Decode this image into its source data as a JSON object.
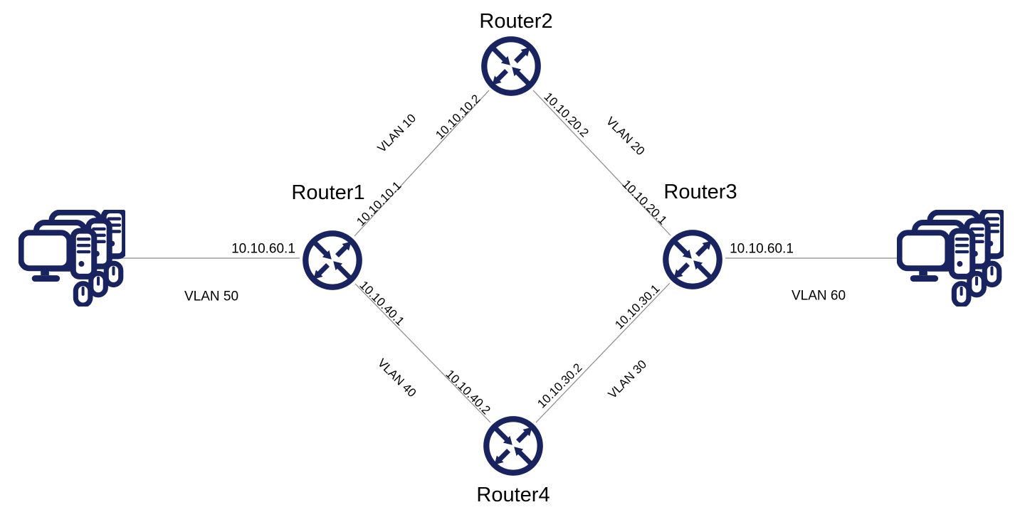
{
  "diagram_type": "network-topology",
  "colors": {
    "accent_navy": "#19235f",
    "link_line": "#8a8a8a",
    "label_text": "#000000",
    "background": "#ffffff"
  },
  "icons": {
    "router": "router-crossed-arrows-icon",
    "lan": "computer-workstation-cluster-icon"
  },
  "nodes": {
    "router1": {
      "label": "Router1"
    },
    "router2": {
      "label": "Router2"
    },
    "router3": {
      "label": "Router3"
    },
    "router4": {
      "label": "Router4"
    }
  },
  "links": {
    "r1_r2": {
      "vlan": "VLAN 10",
      "ip_r1": "10.10.10.1",
      "ip_r2": "10.10.10.2"
    },
    "r2_r3": {
      "vlan": "VLAN 20",
      "ip_r2": "10.10.20.2",
      "ip_r3": "10.10.20.1"
    },
    "r1_r4": {
      "vlan": "VLAN 40",
      "ip_r1": "10.10.40.1",
      "ip_r4": "10.10.40.2"
    },
    "r4_r3": {
      "vlan": "VLAN 30",
      "ip_r4": "10.10.30.2",
      "ip_r3": "10.10.30.1"
    },
    "lan_left": {
      "vlan": "VLAN 50",
      "ip": "10.10.60.1"
    },
    "lan_right": {
      "vlan": "VLAN 60",
      "ip": "10.10.60.1"
    }
  }
}
